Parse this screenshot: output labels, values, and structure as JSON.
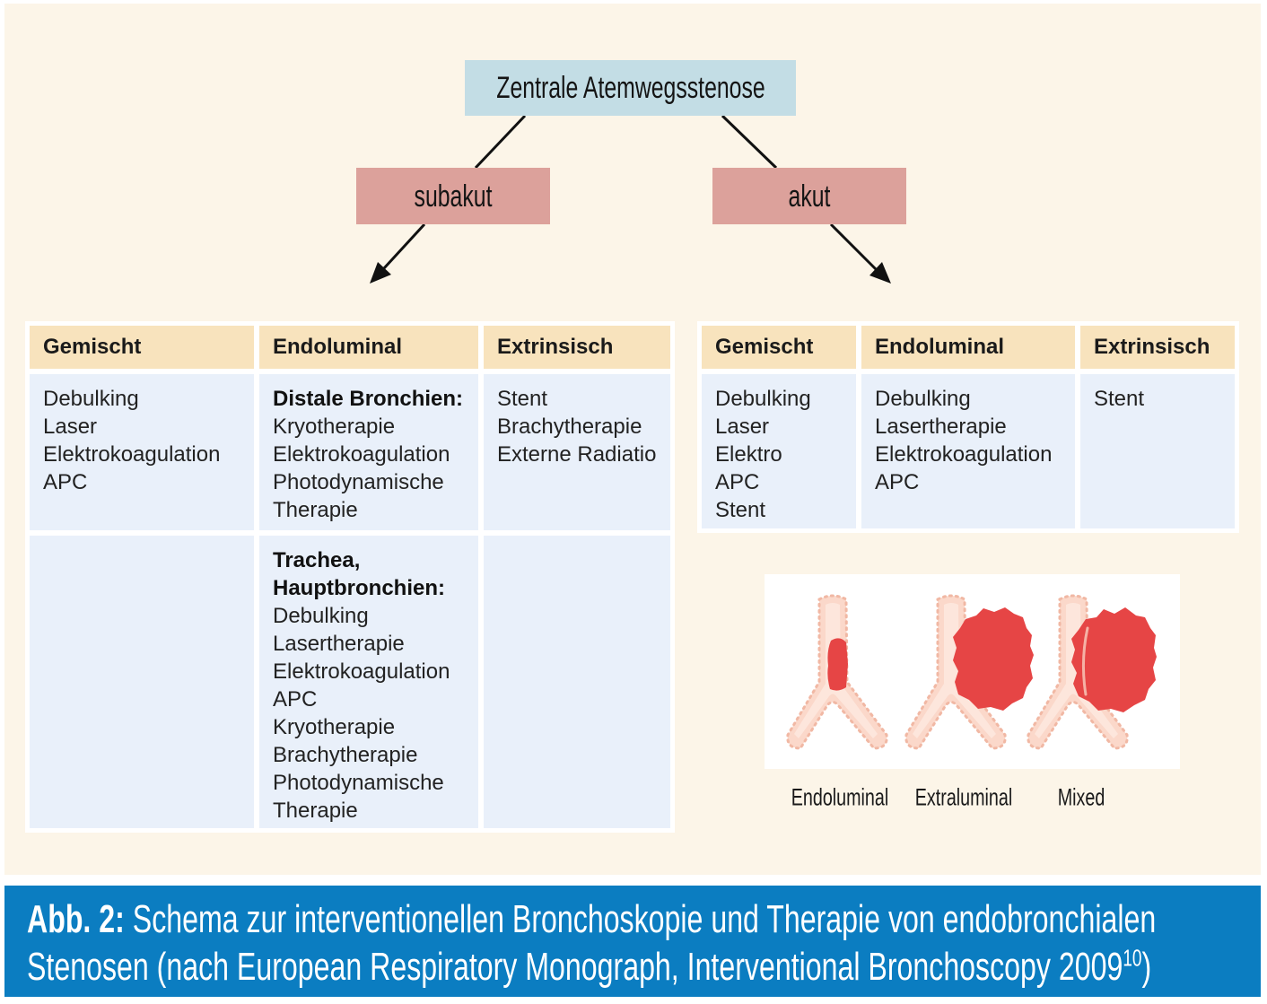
{
  "flowchart": {
    "root": "Zentrale Atemwegsstenose",
    "left_branch": "subakut",
    "right_branch": "akut"
  },
  "subakut_table": {
    "headers": [
      "Gemischt",
      "Endoluminal",
      "Extrinsisch"
    ],
    "rows": [
      {
        "gemischt": {
          "items": [
            "Debulking",
            "Laser",
            "Elektrokoagulation",
            "APC"
          ]
        },
        "endoluminal": {
          "heading": "Distale Bronchien:",
          "items": [
            "Kryotherapie",
            "Elektrokoagulation",
            "Photodynamische Therapie"
          ]
        },
        "extrinsisch": {
          "items": [
            "Stent",
            "Brachytherapie",
            "Externe Radiatio"
          ]
        }
      },
      {
        "gemischt": {
          "items": []
        },
        "endoluminal": {
          "heading": "Trachea, Hauptbronchien:",
          "items": [
            "Debulking",
            "Lasertherapie",
            "Elektrokoagulation",
            "APC",
            "Kryotherapie",
            "Brachytherapie",
            "Photodynamische Therapie"
          ]
        },
        "extrinsisch": {
          "items": []
        }
      }
    ]
  },
  "akut_table": {
    "headers": [
      "Gemischt",
      "Endoluminal",
      "Extrinsisch"
    ],
    "rows": [
      {
        "gemischt": {
          "items": [
            "Debulking",
            "Laser",
            "Elektro",
            "APC",
            "Stent"
          ]
        },
        "endoluminal": {
          "items": [
            "Debulking",
            "Lasertherapie",
            "Elektrokoagulation",
            "APC"
          ]
        },
        "extrinsisch": {
          "items": [
            "Stent"
          ]
        }
      }
    ]
  },
  "stenosis_types": [
    "Endoluminal",
    "Extraluminal",
    "Mixed"
  ],
  "caption": {
    "label": "Abb. 2:",
    "text": "Schema zur interventionellen Bronchoskopie und Therapie von endobronchialen Stenosen (nach European Respiratory Monograph, Interventional Bronchoscopy 2009",
    "reference": "10",
    "closing": ")"
  },
  "colors": {
    "panel": "#fcf5e8",
    "root_box": "#c3dde5",
    "branch_box": "#dca19b",
    "table_header": "#f8e3bd",
    "table_body": "#e9f0fa",
    "caption_band": "#0b7dc1",
    "airway": "#fbd8ca",
    "mass": "#e64545"
  }
}
